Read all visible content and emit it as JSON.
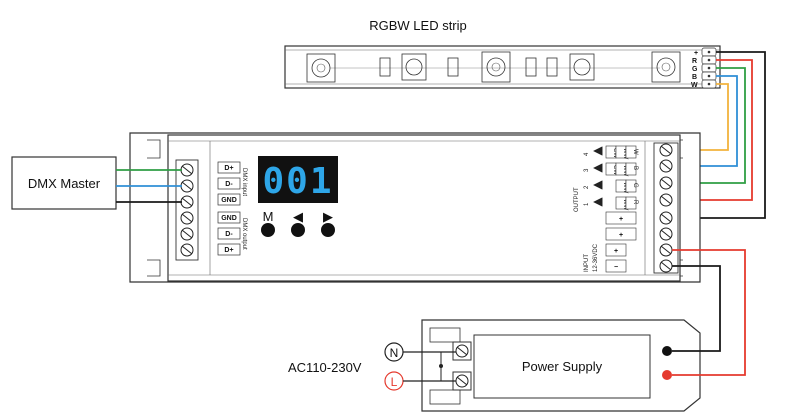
{
  "strip": {
    "title": "RGBW LED strip",
    "pins": [
      "+",
      "R",
      "G",
      "B",
      "W"
    ]
  },
  "dmx_master": {
    "label": "DMX Master"
  },
  "controller": {
    "display": "001",
    "buttons": [
      "M",
      "◀",
      "▶"
    ],
    "dmx_terminals_in": [
      "D+",
      "D-",
      "GND"
    ],
    "dmx_terminals_out": [
      "GND",
      "D-",
      "D+"
    ],
    "dmx_input_label": "DMX input",
    "dmx_output_label": "DMX output",
    "output_label": "OUTPUT",
    "output_numbers": [
      "4",
      "3",
      "2",
      "1"
    ],
    "output_columns": [
      [
        "CW",
        "WW",
        "W"
      ],
      [
        "CW",
        "WW",
        "B"
      ],
      [
        "WW",
        "G"
      ],
      [
        "WW",
        "R"
      ]
    ],
    "output_plus": [
      "+",
      "+"
    ],
    "input_label": "INPUT",
    "input_voltage": "12-36VDC",
    "input_terms": [
      "+",
      "+",
      "−"
    ]
  },
  "ac_label": "AC110-230V",
  "ac_terminals": [
    "N",
    "L"
  ],
  "power_supply": {
    "label": "Power Supply"
  },
  "colors": {
    "red": "#e53a2e",
    "green": "#2f9e44",
    "blue": "#2f8fd6",
    "yellow": "#f2b33d",
    "black": "#1a1a1a",
    "display_bg": "#111",
    "display_digit": "#2ea6e8"
  }
}
